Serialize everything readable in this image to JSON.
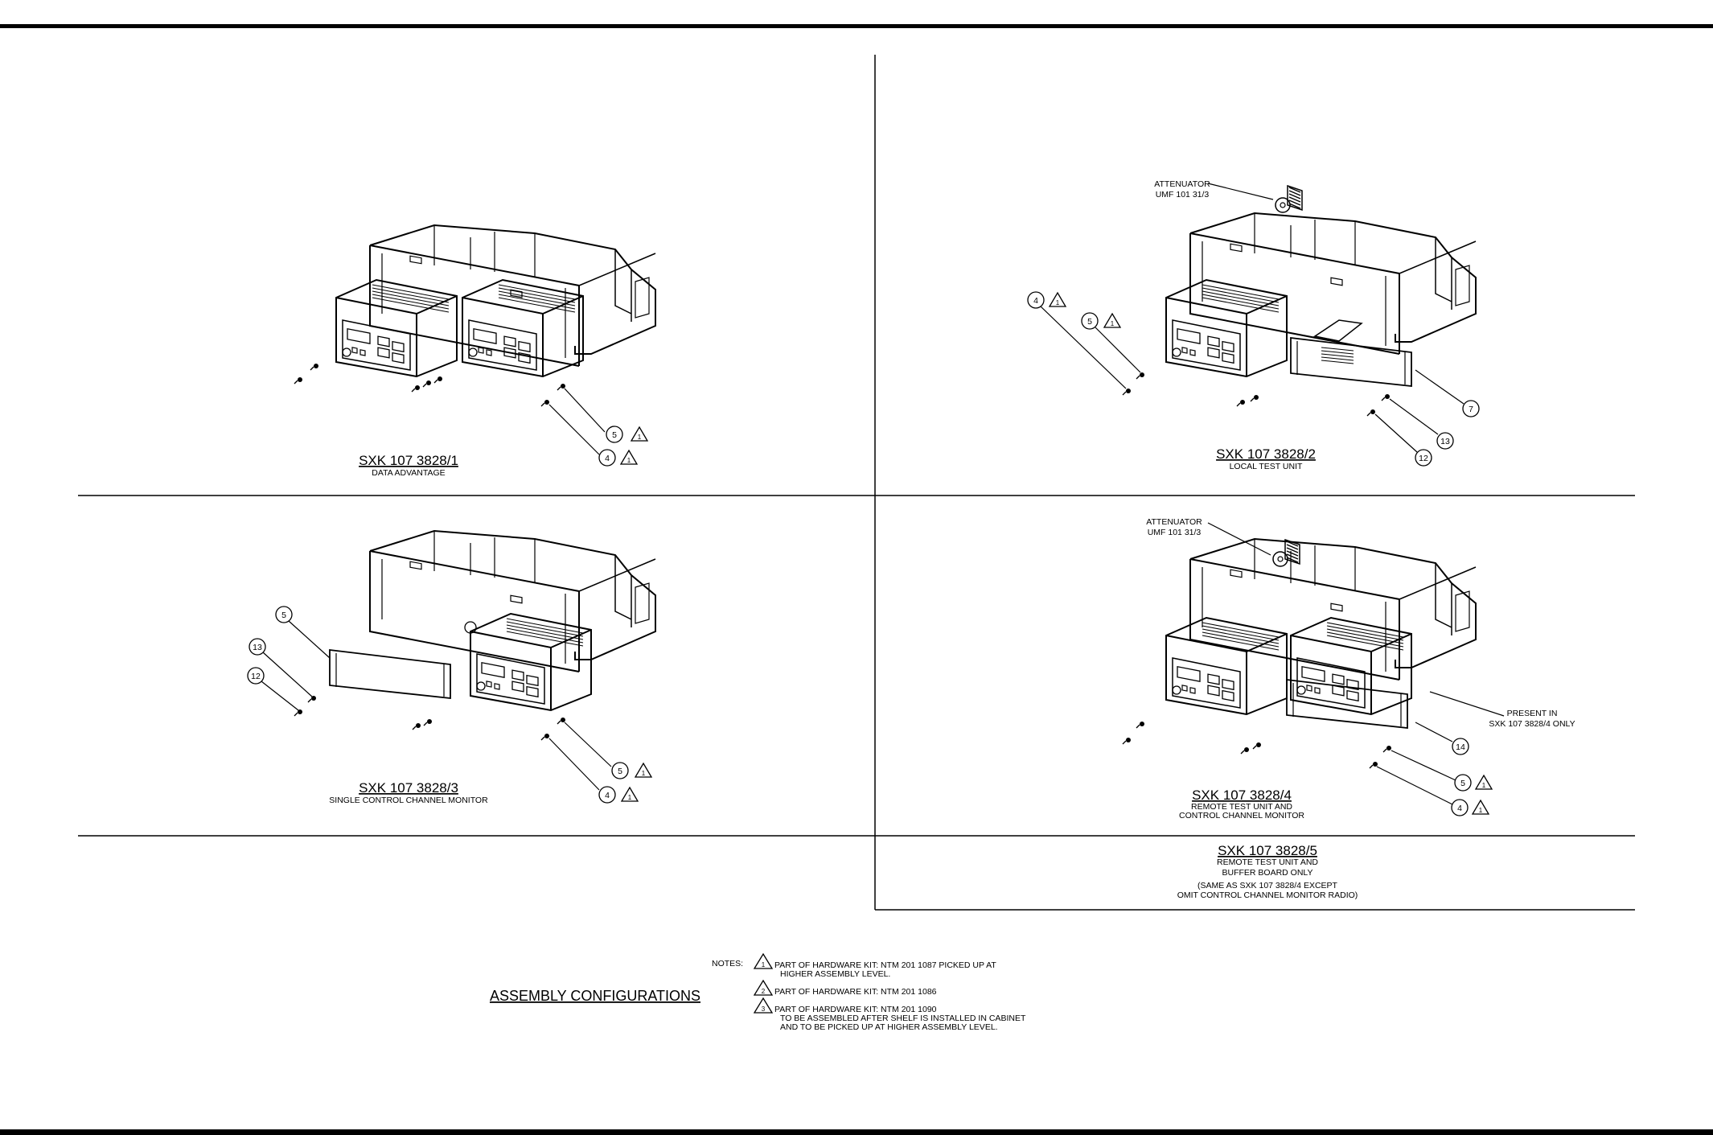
{
  "drawing": {
    "views": [
      {
        "number": "SXK 107 3828/1",
        "desc": [
          "DATA ADVANTAGE"
        ]
      },
      {
        "number": "SXK 107 3828/2",
        "desc": [
          "LOCAL TEST UNIT"
        ]
      },
      {
        "number": "SXK 107 3828/3",
        "desc": [
          "SINGLE CONTROL CHANNEL MONITOR"
        ]
      },
      {
        "number": "SXK 107 3828/4",
        "desc": [
          "REMOTE TEST UNIT AND",
          "CONTROL CHANNEL MONITOR"
        ]
      },
      {
        "number": "SXK 107 3828/5",
        "desc": [
          "REMOTE TEST UNIT AND",
          "BUFFER BOARD ONLY"
        ],
        "remark": [
          "(SAME AS SXK 107 3828/4 EXCEPT",
          "OMIT CONTROL CHANNEL MONITOR RADIO)"
        ]
      }
    ],
    "attenuator": [
      "ATTENUATOR",
      "UMF 101 31/3"
    ],
    "present_note": [
      "PRESENT IN",
      "SXK 107 3828/4 ONLY"
    ],
    "callouts": {
      "v1": [
        "5",
        "4"
      ],
      "v2": [
        "4",
        "5",
        "7",
        "13",
        "12"
      ],
      "v3": [
        "5",
        "13",
        "12",
        "5",
        "4"
      ],
      "v4": [
        "14",
        "5",
        "4"
      ]
    },
    "flag_symbol": "1",
    "assembly_title": "ASSEMBLY CONFIGURATIONS",
    "notes": {
      "label": "NOTES:",
      "items": [
        {
          "flag": "1",
          "lines": [
            "PART OF HARDWARE KIT:  NTM 201 1087 PICKED UP AT",
            "HIGHER ASSEMBLY LEVEL."
          ]
        },
        {
          "flag": "2",
          "lines": [
            "PART OF HARDWARE KIT:  NTM 201 1086"
          ]
        },
        {
          "flag": "3",
          "lines": [
            "PART OF HARDWARE KIT:  NTM 201 1090",
            "TO BE ASSEMBLED AFTER SHELF IS INSTALLED IN CABINET",
            "AND TO BE PICKED UP AT HIGHER ASSEMBLY LEVEL."
          ]
        }
      ]
    }
  }
}
